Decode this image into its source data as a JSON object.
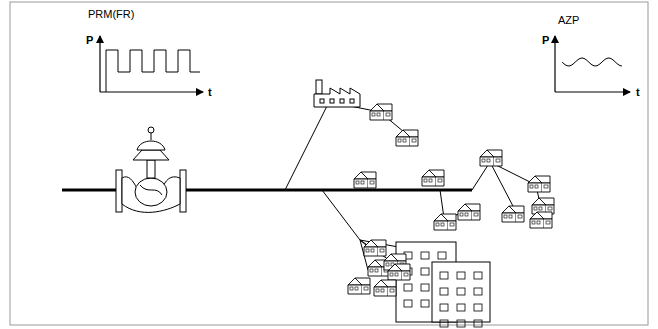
{
  "diagram": {
    "labels": [
      "PRM(FR)",
      "P",
      "t",
      "AZP",
      "P",
      "t"
    ]
  }
}
